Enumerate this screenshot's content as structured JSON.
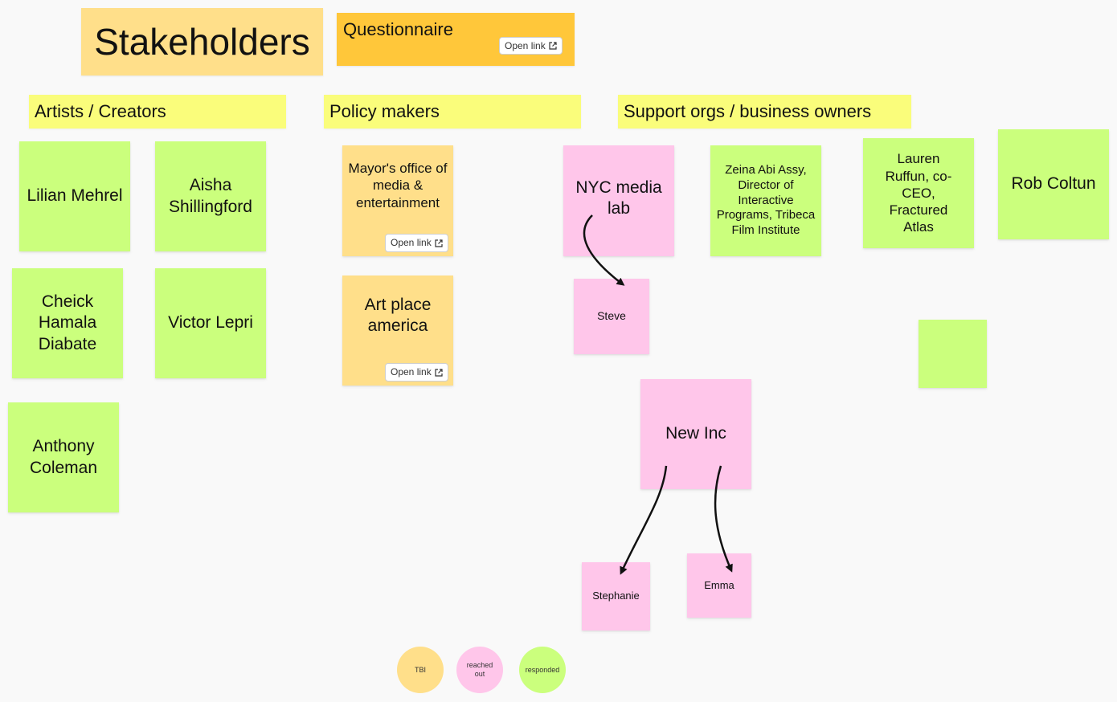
{
  "board": {
    "title": "Stakeholders",
    "questionnaire": {
      "title": "Questionnaire",
      "link_label": "Open link"
    },
    "sections": {
      "artists": "Artists / Creators",
      "policy": "Policy makers",
      "support": "Support orgs / business owners"
    },
    "artists": [
      {
        "name": "Lilian Mehrel"
      },
      {
        "name": "Aisha Shillingford"
      },
      {
        "name": "Cheick Hamala Diabate"
      },
      {
        "name": "Victor Lepri"
      },
      {
        "name": "Anthony Coleman"
      }
    ],
    "policy": [
      {
        "name": "Mayor's office of media & entertainment",
        "link_label": "Open link"
      },
      {
        "name": "Art place america",
        "link_label": "Open link"
      }
    ],
    "support": {
      "nyc_media_lab": "NYC media lab",
      "steve": "Steve",
      "zeina": "Zeina Abi Assy, Director of Interactive Programs, Tribeca Film Institute",
      "lauren": "Lauren Ruffun, co-CEO, Fractured Atlas",
      "rob": "Rob Coltun",
      "blank": "",
      "new_inc": "New Inc",
      "stephanie": "Stephanie",
      "emma": "Emma"
    },
    "legend": [
      {
        "label": "TBI",
        "color": "#ffdf8a"
      },
      {
        "label": "reached out",
        "color": "#ffc6ea"
      },
      {
        "label": "responded",
        "color": "#cbff7d"
      }
    ],
    "colors": {
      "responded": "#cbff7d",
      "reached_out": "#ffc6ea",
      "tbi": "#ffdf8a",
      "questionnaire": "#ffc73a",
      "section_header": "#fafd7b"
    }
  }
}
